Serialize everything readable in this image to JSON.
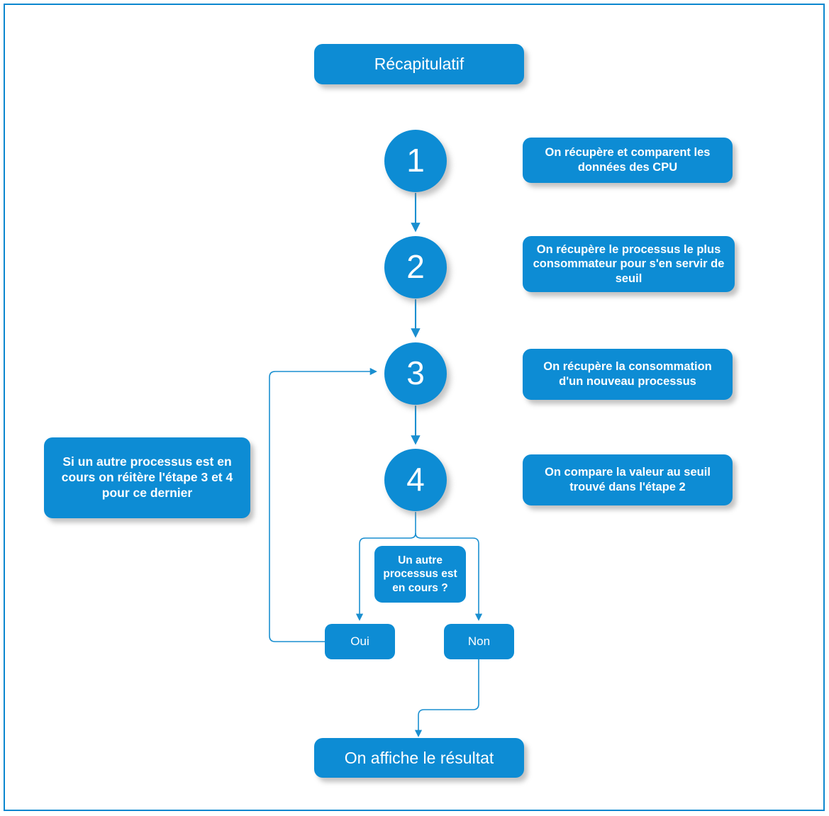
{
  "diagram": {
    "title_box": {
      "label": "Récapitulatif"
    },
    "steps": [
      {
        "number": "1",
        "note": "On récupère et comparent les données des CPU"
      },
      {
        "number": "2",
        "note": "On récupère le processus le plus consommateur pour s'en servir de seuil"
      },
      {
        "number": "3",
        "note": "On récupère la consommation d'un nouveau processus"
      },
      {
        "number": "4",
        "note": "On compare la valeur au seuil trouvé dans l'étape 2"
      }
    ],
    "loop_note": "Si un autre processus est en cours on réitère l'étape 3 et 4 pour ce dernier",
    "decision": {
      "label": "Un autre processus est en cours ?"
    },
    "branches": [
      {
        "label": "Oui"
      },
      {
        "label": "Non"
      }
    ],
    "result_box": {
      "label": "On affiche le résultat"
    },
    "colors": {
      "node_fill": "#0d8cd4",
      "node_text": "#ffffff",
      "connector": "#1a8fd0",
      "frame_border": "#0b87cf",
      "background": "#ffffff"
    }
  }
}
